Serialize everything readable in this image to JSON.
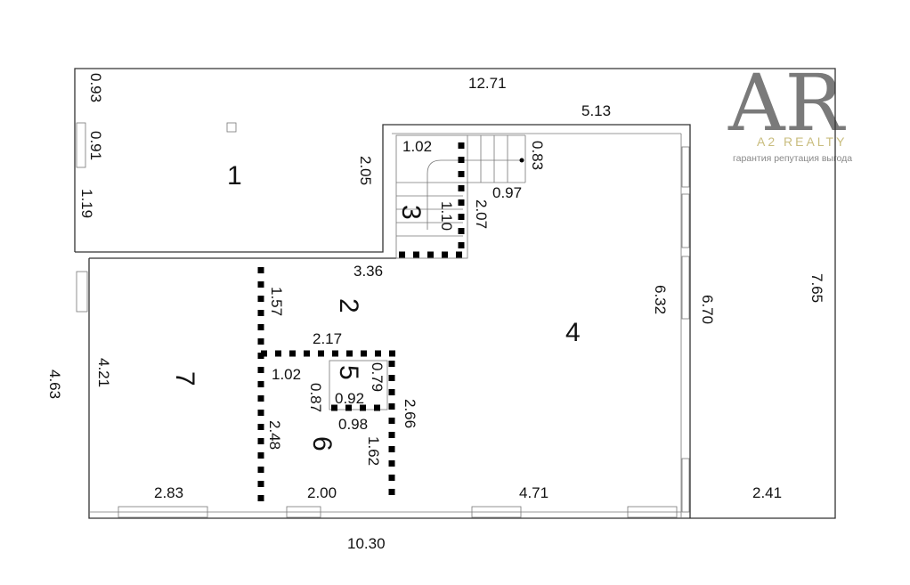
{
  "plan": {
    "rooms": [
      "1",
      "2",
      "3",
      "4",
      "5",
      "6",
      "7"
    ],
    "dims": {
      "top_total": "12.71",
      "top_right": "5.13",
      "r1_a": "0.93",
      "r1_b": "0.91",
      "r1_c": "1.19",
      "r1_step": "2.05",
      "stair_w": "1.02",
      "stair_a": "0.83",
      "stair_b": "0.97",
      "stair_c": "2.07",
      "stair_d": "1.10",
      "r2_top": "3.36",
      "r2_side": "1.57",
      "r4_inner": "6.32",
      "r4_outer": "6.70",
      "right_total": "7.65",
      "r5_top": "2.17",
      "r7_h": "4.21",
      "left_total": "4.63",
      "r6_w": "1.02",
      "r5_h": "0.79",
      "r6_a": "0.87",
      "r5_w": "0.92",
      "r5_bottom": "0.98",
      "r4_left": "2.66",
      "r6_h": "2.48",
      "r6_b": "1.62",
      "r7_w": "2.83",
      "r6_bottom": "2.00",
      "r4_bottom": "4.71",
      "terrace_w": "2.41",
      "bottom_total": "10.30"
    }
  },
  "logo": {
    "letters": "AR",
    "brand": "A2 REALTY",
    "tagline": "гарантия репутация выгода"
  }
}
